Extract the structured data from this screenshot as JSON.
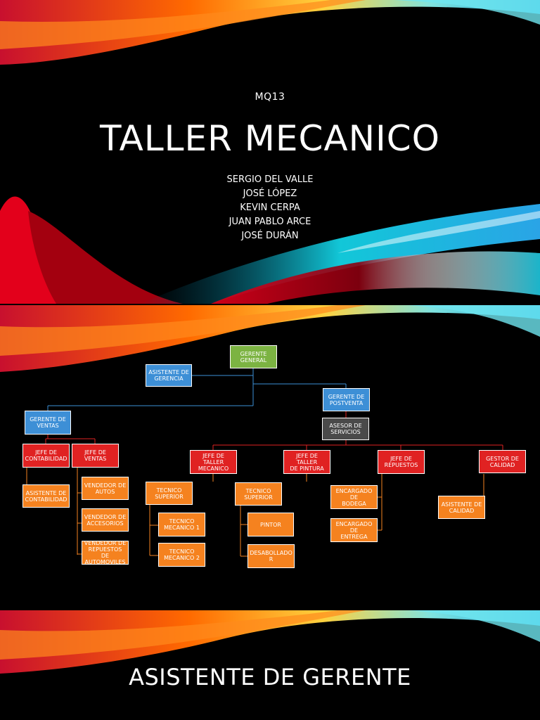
{
  "slide1": {
    "code": "MQ13",
    "title": "TALLER MECANICO",
    "authors": [
      "SERGIO DEL VALLE",
      "JOSÉ LÓPEZ",
      "KEVIN CERPA",
      "JUAN PABLO ARCE",
      "JOSÉ DURÁN"
    ]
  },
  "org_chart": {
    "colors": {
      "green": "#7cb342",
      "blue": "#3d8fd6",
      "gray": "#4a4a4a",
      "red": "#e02222",
      "orange": "#f5821f",
      "blue_line": "#3d8fd6",
      "red_line": "#e02222",
      "orange_line": "#f5821f"
    },
    "nodes": {
      "gerente_general": "GERENTE\nGENERAL",
      "asistente_gerencia": "ASISTENTE DE\nGERENCIA",
      "gerente_ventas": "GERENTE DE\nVENTAS",
      "gerente_postventa": "GERENTE DE\nPOSTVENTA",
      "asesor_servicios": "ASESOR DE\nSERVICIOS",
      "jefe_contabilidad": "JEFE DE\nCONTABILIDAD",
      "jefe_ventas": "JEFE DE VENTAS",
      "asistente_contabilidad": "ASISTENTE DE\nCONTABILIDAD",
      "vendedor_autos": "VENDEDOR DE\nAUTOS",
      "vendedor_accesorios": "VENDEDOR DE\nACCESORIOS",
      "vendedor_repuestos_automoviles": "VENDEDOR DE\nREPUESTOS DE\nAUTOMOVILES",
      "jefe_taller_mecanico": "JEFE DE TALLER\nMECANICO",
      "jefe_taller_pintura": "JEFE DE TALLER\nDE PINTURA",
      "jefe_repuestos": "JEFE DE\nREPUESTOS",
      "gestor_calidad": "GESTOR DE\nCALIDAD",
      "tecnico_superior_mecanico": "TECNICO\nSUPERIOR",
      "tecnico_mecanico_1": "TECNICO\nMECANICO 1",
      "tecnico_mecanico_2": "TECNICO\nMECANICO 2",
      "tecnico_superior_pintura": "TECNICO\nSUPERIOR",
      "pintor": "PINTOR",
      "desabollador": "DESABOLLADO\nR",
      "encargado_bodega": "ENCARGADO DE\nBODEGA",
      "encargado_entrega": "ENCARGADO DE\nENTREGA",
      "asistente_calidad": "ASISTENTE DE\nCALIDAD"
    }
  },
  "slide3": {
    "title": "ASISTENTE DE GERENTE"
  }
}
